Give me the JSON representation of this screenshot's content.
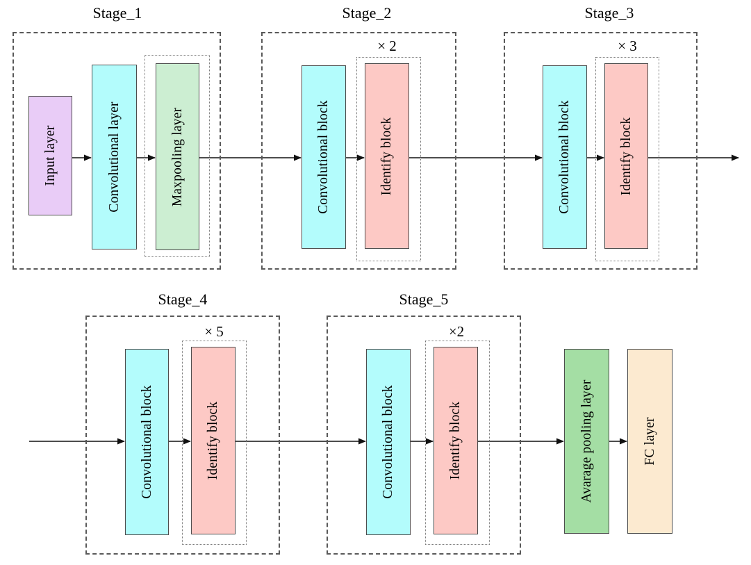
{
  "stages": [
    {
      "title": "Stage_1",
      "blocks": [
        {
          "label": "Input layer"
        },
        {
          "label": "Convolutional layer"
        },
        {
          "label": "Maxpooling layer"
        }
      ]
    },
    {
      "title": "Stage_2",
      "multiplier": "× 2",
      "blocks": [
        {
          "label": "Convolutional block"
        },
        {
          "label": "Identify block"
        }
      ]
    },
    {
      "title": "Stage_3",
      "multiplier": "× 3",
      "blocks": [
        {
          "label": "Convolutional block"
        },
        {
          "label": "Identify block"
        }
      ]
    },
    {
      "title": "Stage_4",
      "multiplier": "× 5",
      "blocks": [
        {
          "label": "Convolutional block"
        },
        {
          "label": "Identify block"
        }
      ]
    },
    {
      "title": "Stage_5",
      "multiplier": "×2",
      "blocks": [
        {
          "label": "Convolutional block"
        },
        {
          "label": "Identify block"
        }
      ]
    }
  ],
  "output_blocks": [
    {
      "label": "Avarage pooling layer"
    },
    {
      "label": "FC layer"
    }
  ],
  "colors": {
    "input_layer": "#e9ccf7",
    "convolutional": "#b3fcfc",
    "maxpooling": "#cceed2",
    "identify": "#fdc9c5",
    "average_pooling": "#a4dea4",
    "fc_layer": "#fcead0"
  }
}
